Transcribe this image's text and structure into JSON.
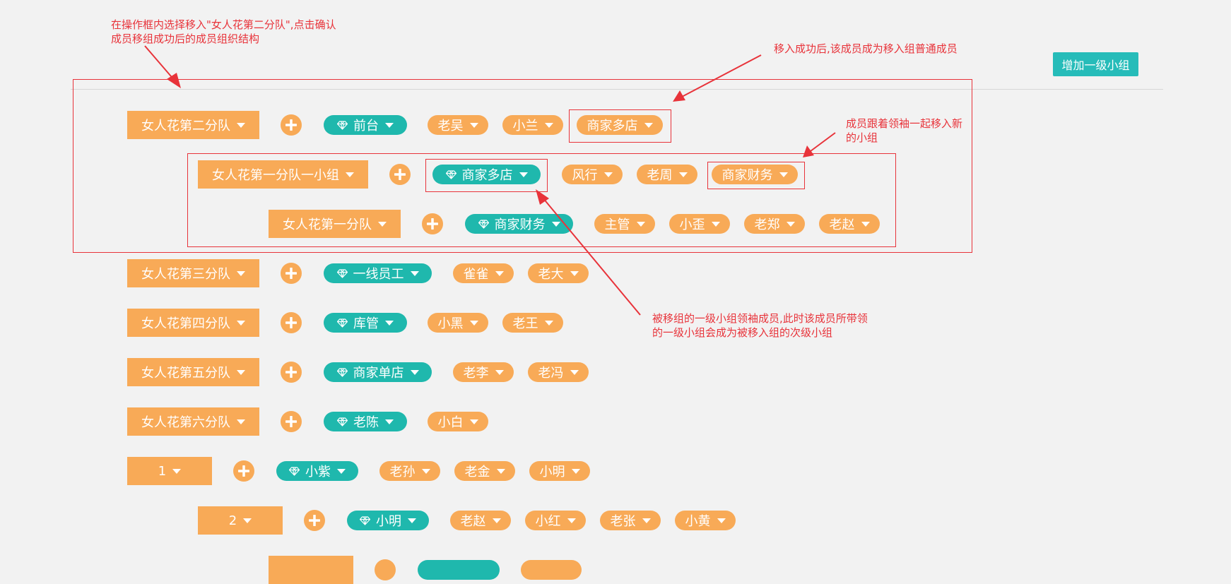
{
  "header": {
    "add_group_label": "增加一级小组"
  },
  "teams": [
    {
      "name": "女人花第二分队",
      "leader": "前台",
      "members": [
        "老吴",
        "小兰",
        "商家多店"
      ]
    },
    {
      "name": "女人花第一分队一小组",
      "leader": "商家多店",
      "members": [
        "风行",
        "老周",
        "商家财务"
      ]
    },
    {
      "name": "女人花第一分队",
      "leader": "商家财务",
      "members": [
        "主管",
        "小歪",
        "老郑",
        "老赵"
      ]
    },
    {
      "name": "女人花第三分队",
      "leader": "一线员工",
      "members": [
        "雀雀",
        "老大"
      ]
    },
    {
      "name": "女人花第四分队",
      "leader": "库管",
      "members": [
        "小黑",
        "老王"
      ]
    },
    {
      "name": "女人花第五分队",
      "leader": "商家单店",
      "members": [
        "老李",
        "老冯"
      ]
    },
    {
      "name": "女人花第六分队",
      "leader": "老陈",
      "members": [
        "小白"
      ]
    },
    {
      "name": "1",
      "leader": "小紫",
      "members": [
        "老孙",
        "老金",
        "小明"
      ]
    },
    {
      "name": "2",
      "leader": "小明",
      "members": [
        "老赵",
        "小红",
        "老张",
        "小黄"
      ]
    }
  ],
  "annotations": {
    "top_left_line1": "在操作框内选择移入\"女人花第二分队\",点击确认",
    "top_left_line2": "成员移组成功后的成员组织结构",
    "top_right": "移入成功后,该成员成为移入组普通成员",
    "right_line1": "成员跟着领袖一起移入新",
    "right_line2": "的小组",
    "bottom_line1": "被移组的一级小组领袖成员,此时该成员所带领",
    "bottom_line2": "的一级小组会成为被移入组的次级小组"
  },
  "colors": {
    "team_orange": "#f8aa57",
    "leader_teal": "#1fb8ad",
    "button_teal": "#26bcb9",
    "annotation_red": "#e8333a"
  }
}
